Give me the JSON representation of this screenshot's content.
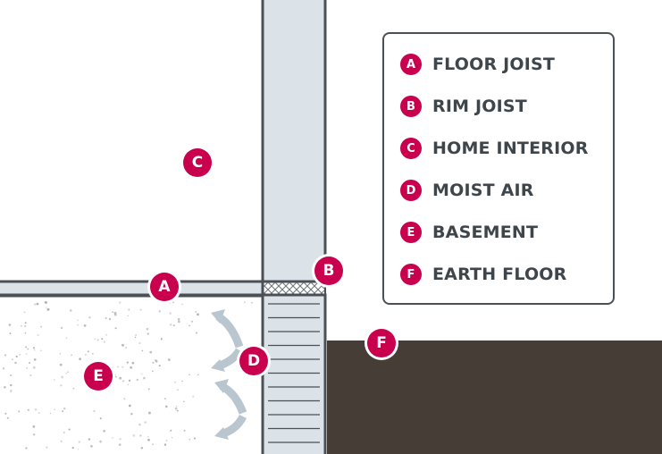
{
  "markers": {
    "floor_joist": "A",
    "rim_joist": "B",
    "home_interior": "C",
    "moist_air": "D",
    "basement": "E",
    "earth_floor": "F"
  },
  "legend": {
    "items": [
      {
        "letter": "A",
        "label": "FLOOR JOIST"
      },
      {
        "letter": "B",
        "label": "RIM JOIST"
      },
      {
        "letter": "C",
        "label": "HOME INTERIOR"
      },
      {
        "letter": "D",
        "label": "MOIST AIR"
      },
      {
        "letter": "E",
        "label": "BASEMENT"
      },
      {
        "letter": "F",
        "label": "EARTH FLOOR"
      }
    ]
  },
  "colors": {
    "marker": "#c8004e",
    "outline": "#4a5055",
    "earth": "#473d37",
    "wall_fill": "#dbe3e9",
    "airflow_arrow": "#b9c6cf",
    "speckle": "#9aa0a5"
  }
}
